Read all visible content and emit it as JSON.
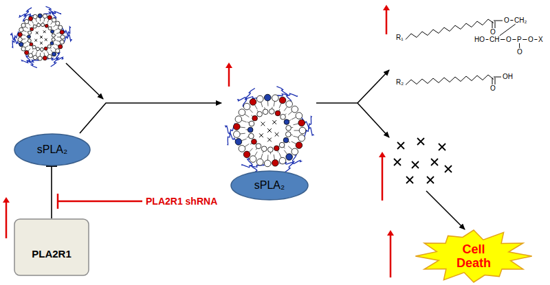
{
  "diagram": {
    "nodes": [
      {
        "text": [
          "sPLA₂"
        ]
      },
      {
        "text": [
          "PLA2R1"
        ]
      },
      {
        "text": [
          "sPLA₂"
        ]
      },
      {
        "text": [
          "Cell Death"
        ]
      }
    ],
    "edges": [
      {
        "from": 1,
        "to": 0,
        "arrow": "to"
      },
      {
        "from": 0,
        "to": 2,
        "arrow": "to"
      }
    ],
    "labels": [
      "PLA2R1 shRNA",
      "R₁",
      "O",
      "O",
      "CH₂",
      "HO",
      "CH",
      "O",
      "P",
      "O",
      "X",
      "O",
      "R₂",
      "O",
      "OH"
    ]
  }
}
